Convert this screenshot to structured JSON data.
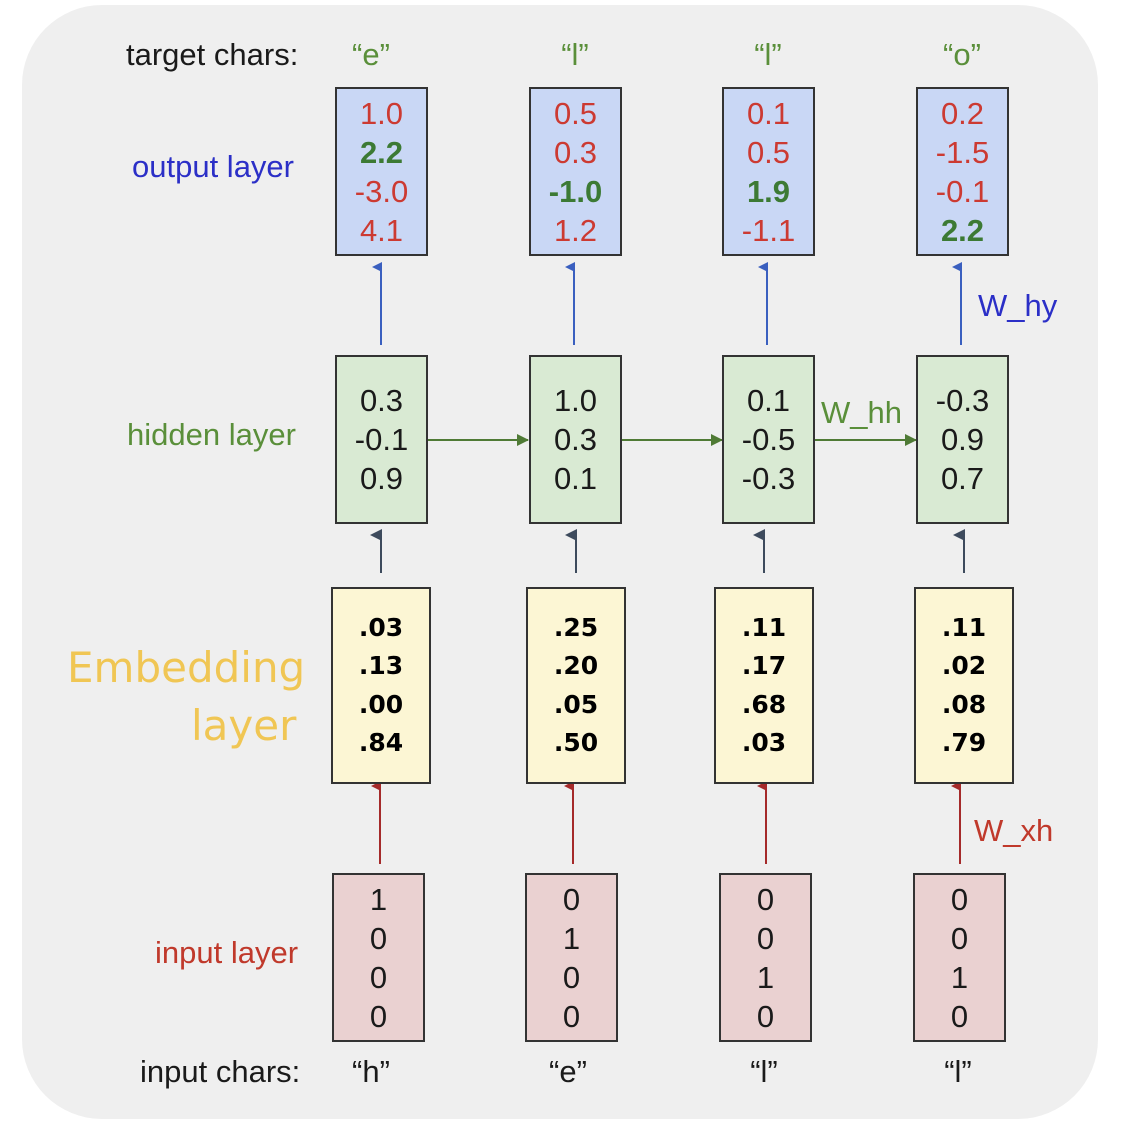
{
  "colors": {
    "panel": "#efefef",
    "output": "#2b2fc7",
    "hidden": "#4f7a35",
    "embedding": "#f0c654",
    "input": "#c0392b",
    "output_box": "#c9d7f5",
    "hidden_box": "#d9ead3",
    "embedding_box": "#fcf6d4",
    "input_box": "#ead1d1",
    "green_text": "#5a8f3a",
    "red_value": "#cc3a32",
    "green_value": "#3c7a34"
  },
  "labels": {
    "target_chars": "target chars:",
    "output_layer": "output layer",
    "hidden_layer": "hidden layer",
    "embedding_line1": "Embedding",
    "embedding_line2": "layer",
    "input_layer": "input layer",
    "input_chars": "input chars:",
    "w_hy": "W_hy",
    "w_hh": "W_hh",
    "w_xh": "W_xh"
  },
  "target_chars": [
    "“e”",
    "“l”",
    "“l”",
    "“o”"
  ],
  "input_chars": [
    "“h”",
    "“e”",
    "“l”",
    "“l”"
  ],
  "output_layer": [
    {
      "values": [
        "1.0",
        "2.2",
        "-3.0",
        "4.1"
      ],
      "highlight": 1
    },
    {
      "values": [
        "0.5",
        "0.3",
        "-1.0",
        "1.2"
      ],
      "highlight": 2
    },
    {
      "values": [
        "0.1",
        "0.5",
        "1.9",
        "-1.1"
      ],
      "highlight": 2
    },
    {
      "values": [
        "0.2",
        "-1.5",
        "-0.1",
        "2.2"
      ],
      "highlight": 3
    }
  ],
  "hidden_layer": [
    [
      "0.3",
      "-0.1",
      "0.9"
    ],
    [
      "1.0",
      "0.3",
      "0.1"
    ],
    [
      "0.1",
      "-0.5",
      "-0.3"
    ],
    [
      "-0.3",
      "0.9",
      "0.7"
    ]
  ],
  "embedding_layer": [
    [
      ".03",
      ".13",
      ".00",
      ".84"
    ],
    [
      ".25",
      ".20",
      ".05",
      ".50"
    ],
    [
      ".11",
      ".17",
      ".68",
      ".03"
    ],
    [
      ".11",
      ".02",
      ".08",
      ".79"
    ]
  ],
  "input_layer": [
    [
      "1",
      "0",
      "0",
      "0"
    ],
    [
      "0",
      "1",
      "0",
      "0"
    ],
    [
      "0",
      "0",
      "1",
      "0"
    ],
    [
      "0",
      "0",
      "1",
      "0"
    ]
  ]
}
